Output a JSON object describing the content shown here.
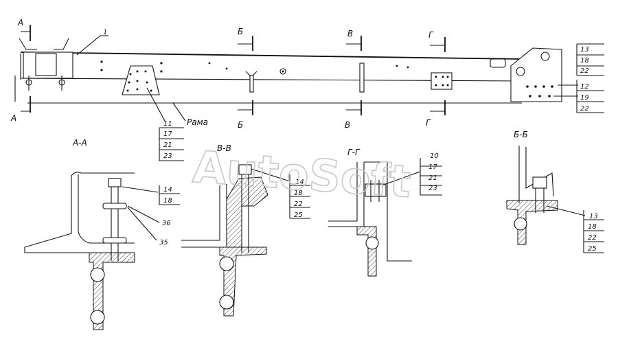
{
  "title": "",
  "watermark": "AutoSoft",
  "section_marks": {
    "a_top": "A",
    "a_bottom": "A",
    "b_top": "Б",
    "b_bottom": "Б",
    "v_top": "В",
    "v_bottom": "В",
    "g_top": "Г",
    "g_bottom": "Г"
  },
  "labels": {
    "frame_part": "1",
    "frame": "Рама"
  },
  "callouts": {
    "right_top": [
      "13",
      "18",
      "22"
    ],
    "right_bottom": [
      "12",
      "19",
      "22"
    ],
    "plate": [
      "11",
      "17",
      "21",
      "23"
    ],
    "aa": [
      "14",
      "18"
    ],
    "aa_extra": [
      "36",
      "35"
    ],
    "vv": [
      "14",
      "18",
      "22",
      "25"
    ],
    "gg": [
      "10",
      "17",
      "21",
      "23"
    ],
    "bb": [
      "13",
      "18",
      "22",
      "25"
    ]
  },
  "views": {
    "aa": "А-А",
    "vv": "В-В",
    "gg": "Г-Г",
    "bb": "Б-Б"
  }
}
